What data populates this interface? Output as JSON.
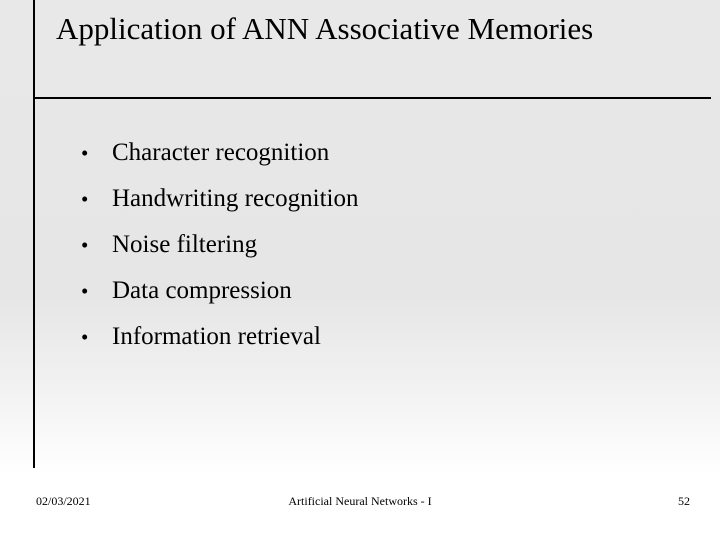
{
  "slide": {
    "title": "Application of ANN Associative Memories",
    "bullet_marker": "•",
    "bullets": [
      {
        "text": "Character recognition"
      },
      {
        "text": "Handwriting recognition"
      },
      {
        "text": "Noise filtering"
      },
      {
        "text": "Data compression"
      },
      {
        "text": "Information retrieval"
      }
    ],
    "footer": {
      "date": "02/03/2021",
      "center": "Artificial Neural Networks - I",
      "page": "52"
    },
    "colors": {
      "background_top": "#e8e8e8",
      "background_bottom": "#ffffff",
      "rule": "#000000",
      "text": "#000000"
    }
  }
}
